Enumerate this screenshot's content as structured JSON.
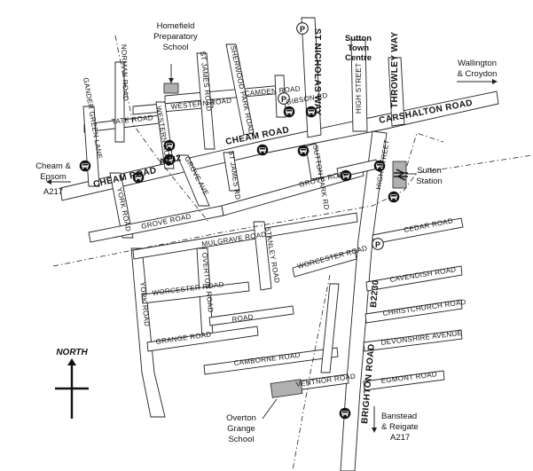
{
  "map": {
    "compass": {
      "label": "NORTH"
    },
    "roads": {
      "cheam_road_main": "CHEAM ROAD",
      "a232": "A232",
      "cheam_road_west": "CHEAM ROAD",
      "carshalton_road": "CARSHALTON ROAD",
      "brighton_road": "BRIGHTON ROAD",
      "b2230": "B2230",
      "high_street": "HIGH STREET",
      "high_street_north": "HIGH STREET",
      "throwley_way": "THROWLEY WAY",
      "st_nicholas_way": "ST NICHOLAS WAY",
      "camden_road": "CAMDEN ROAD",
      "gibson_rd": "GIBSON RD",
      "sherwood_park_road": "SHERWOOD PARK ROAD",
      "st_james_road_north": "ST JAMES ROAD",
      "st_james_rd": "ST JAMES RD",
      "western_road": "WESTERN ROAD",
      "western_road_vertical": "WESTERN ROAD",
      "norman_road": "NORMAN ROAD",
      "tate_road": "TATE ROAD",
      "gander_green_lane": "GANDER GREEN LANE",
      "york_road_north": "YORK ROAD",
      "york_road_south": "YORK ROAD",
      "grove_ave": "GROVE AVE",
      "grove_road_west": "GROVE ROAD",
      "grove_road_east": "GROVE ROAD",
      "mulgrave_road": "MULGRAVE ROAD",
      "stanley_road": "STANLEY ROAD",
      "overton_road_vertical": "OVERTON ROAD",
      "worcester_road_west": "WORCESTER ROAD",
      "worcester_road_east": "WORCESTER ROAD",
      "overton_road_horizontal": "ROAD",
      "grange_road": "GRANGE ROAD",
      "camborne_road": "CAMBORNE ROAD",
      "ventnor_road": "VENTNOR ROAD",
      "cedar_road": "CEDAR ROAD",
      "cavendish_road": "CAVENDISH ROAD",
      "christchurch_road": "CHRISTCHURCH ROAD",
      "devonshire_avenue": "DEVONSHIRE AVENUE",
      "egmont_road": "EGMONT ROAD",
      "sutton_park_rd": "SUTTON PARK RD"
    },
    "places": {
      "homefield": [
        "Homefield",
        "Preparatory",
        "School"
      ],
      "sutton_centre": [
        "Sutton",
        "Town",
        "Centre"
      ],
      "sutton_station": [
        "Sutton",
        "Station"
      ],
      "overton": [
        "Overton",
        "Grange",
        "School"
      ],
      "wallington": [
        "Wallington",
        "& Croydon"
      ],
      "cheam_epsom": [
        "Cheam &",
        "Epsom",
        "A217"
      ],
      "banstead": [
        "Banstead",
        "& Reigate",
        "A217"
      ]
    },
    "icons": {
      "bus": "bus-stop-icon",
      "parking": "parking-icon",
      "rail": "rail-icon"
    },
    "parking_symbol": "P",
    "colors": {
      "ink": "#222222",
      "building": "#b0b0b0",
      "background": "#ffffff"
    }
  }
}
